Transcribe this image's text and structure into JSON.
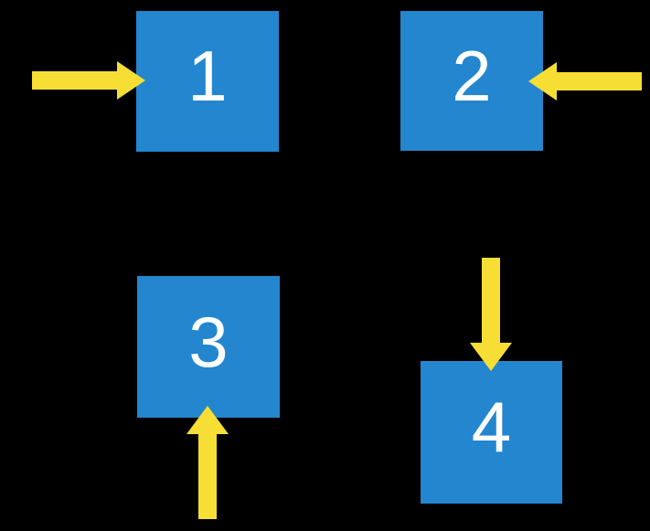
{
  "diagram": {
    "background_color": "#000000",
    "square_color": "#2386ce",
    "arrow_color": "#f7de35",
    "label_color": "#ffffff",
    "squares": [
      {
        "label": "1",
        "arrow_icon": "arrow-right-icon",
        "arrow_points_into": "left side"
      },
      {
        "label": "2",
        "arrow_icon": "arrow-left-icon",
        "arrow_points_into": "right side"
      },
      {
        "label": "3",
        "arrow_icon": "arrow-up-icon",
        "arrow_points_into": "bottom side"
      },
      {
        "label": "4",
        "arrow_icon": "arrow-down-icon",
        "arrow_points_into": "top side"
      }
    ]
  }
}
